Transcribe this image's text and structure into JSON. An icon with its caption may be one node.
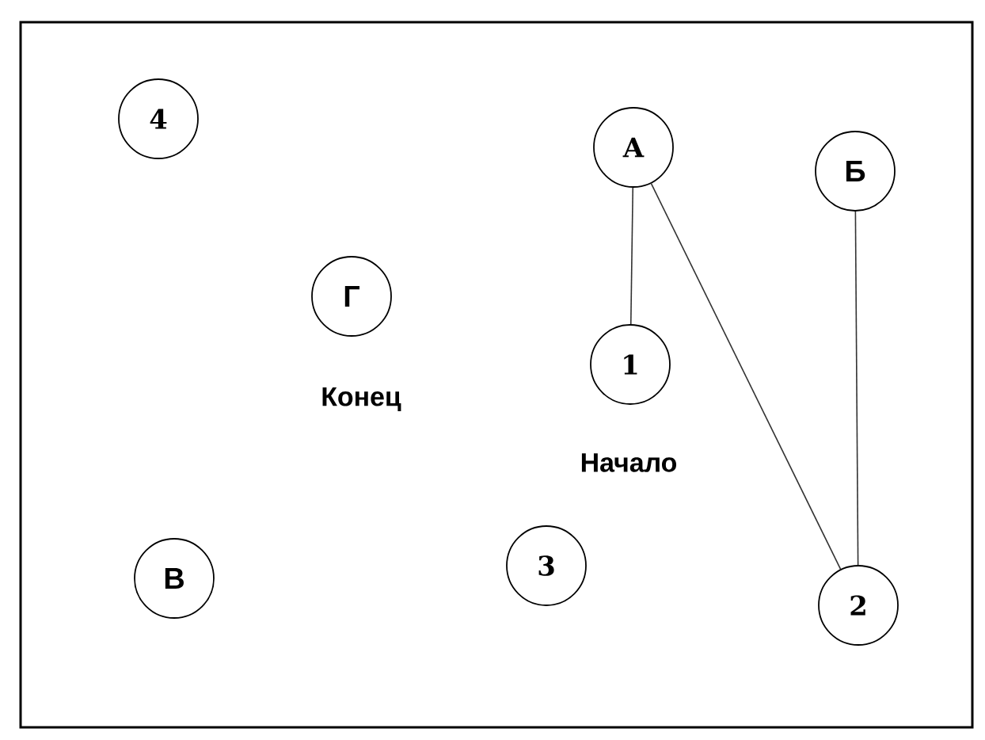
{
  "diagram": {
    "nodes": [
      {
        "text": [
          "4"
        ]
      },
      {
        "text": [
          "А"
        ]
      },
      {
        "text": [
          "Б"
        ]
      },
      {
        "text": [
          "Г"
        ],
        "beside": [
          "Конец"
        ]
      },
      {
        "text": [
          "1"
        ],
        "beside": [
          "Начало"
        ]
      },
      {
        "text": [
          "В"
        ]
      },
      {
        "text": [
          "3"
        ]
      },
      {
        "text": [
          "2"
        ]
      }
    ],
    "edges": [
      {
        "from": 1,
        "to": 4,
        "arrow": "none"
      },
      {
        "from": 1,
        "to": 7,
        "arrow": "none"
      },
      {
        "from": 2,
        "to": 7,
        "arrow": "none"
      }
    ]
  }
}
